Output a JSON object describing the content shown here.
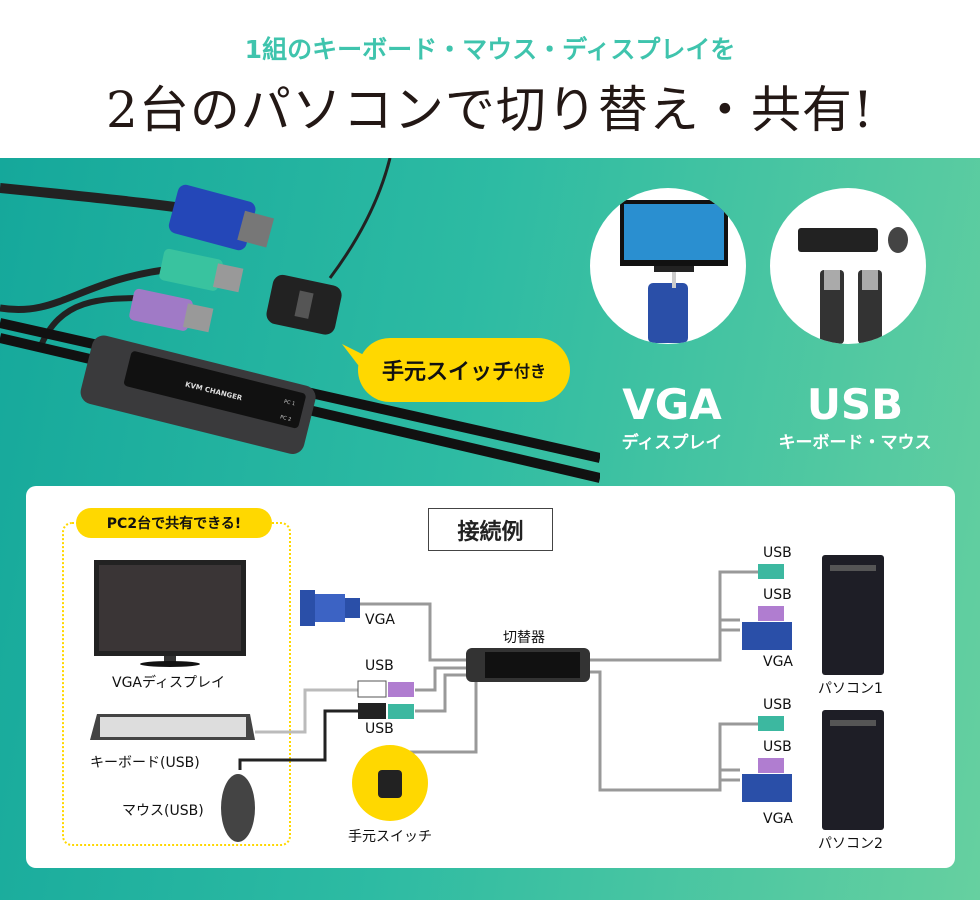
{
  "header": {
    "subtitle": "1組のキーボード・マウス・ディスプレイを",
    "title": "2台のパソコンで切り替え・共有!"
  },
  "hero": {
    "bubble_main": "手元スイッチ",
    "bubble_suffix": "付き",
    "device_text": "KVM CHANGER",
    "port1": "PC 1",
    "port2": "PC 2",
    "vga_big": "VGA",
    "vga_small": "ディスプレイ",
    "usb_big": "USB",
    "usb_small": "キーボード・マウス"
  },
  "diagram": {
    "title": "接続例",
    "badge": "PC2台で共有できる!",
    "display": "VGAディスプレイ",
    "keyboard": "キーボード(USB)",
    "mouse": "マウス(USB)",
    "vga": "VGA",
    "usb_top": "USB",
    "usb_bottom": "USB",
    "switcher": "切替器",
    "hand_switch": "手元スイッチ",
    "pc1": {
      "usb1": "USB",
      "usb2": "USB",
      "vga": "VGA",
      "label": "パソコン1"
    },
    "pc2": {
      "usb1": "USB",
      "usb2": "USB",
      "vga": "VGA",
      "label": "パソコン2"
    }
  },
  "colors": {
    "teal": "#2dbba3",
    "yellow": "#ffd800",
    "vga_blue": "#2a4fa8"
  }
}
